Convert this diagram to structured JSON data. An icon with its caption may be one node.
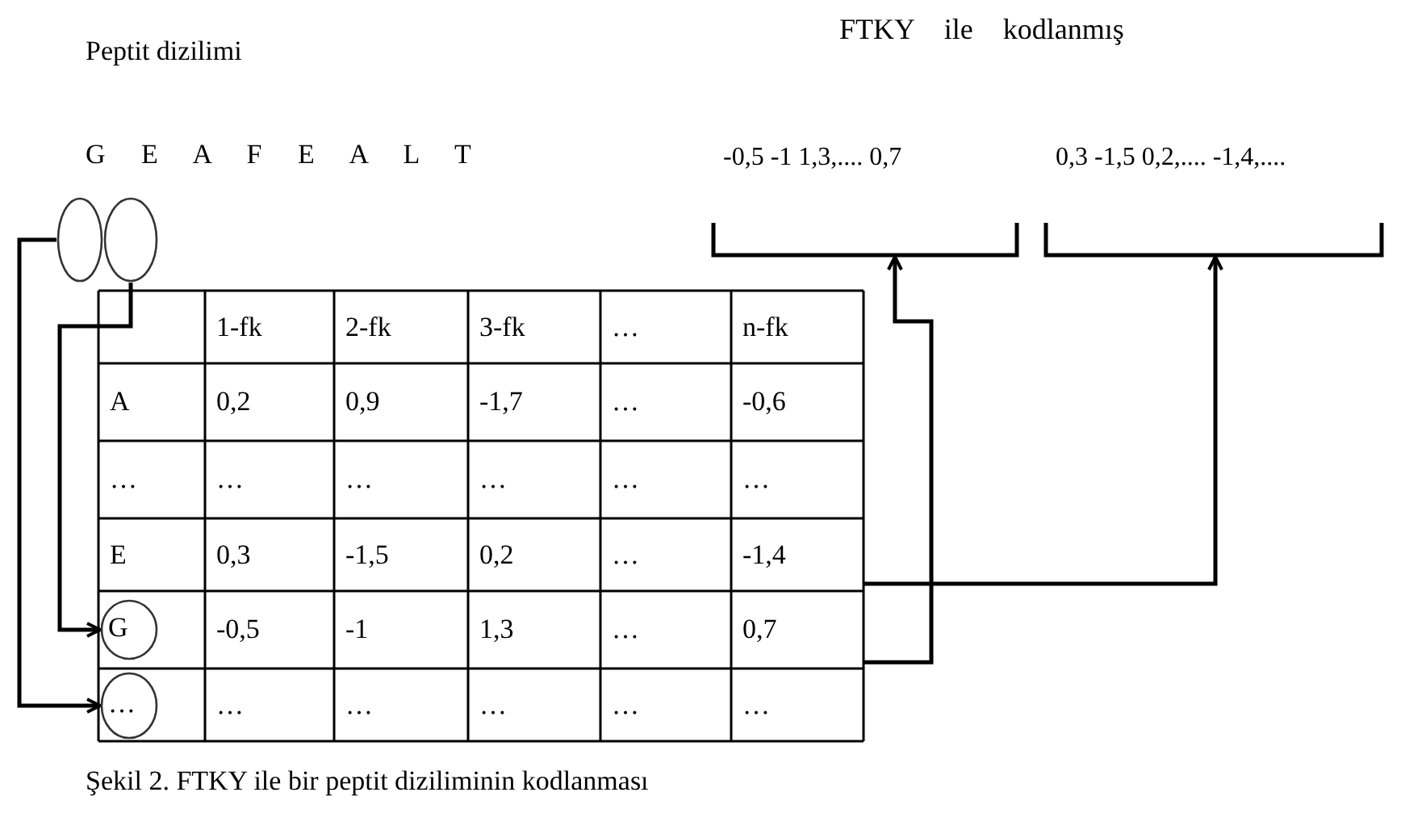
{
  "diagram": {
    "caption": "Şekil 2. FTKY ile bir peptit diziliminin kodlanması",
    "nodes": [
      {
        "text": [
          "-0,5 -1 1,3,.... 0,7"
        ]
      },
      {
        "text": [
          "0,3 -1,5 0,2,.... -1,4,...."
        ]
      },
      {
        "text": [],
        "shape": "circle"
      },
      {
        "text": [],
        "shape": "circle"
      },
      {
        "text": [
          "E",
          "0,3",
          "-1,5",
          "0,2",
          "…",
          "-1,4"
        ]
      },
      {
        "text": [
          "-0,5",
          "-1",
          "1,3",
          "…",
          "0,7"
        ]
      },
      {
        "text": [
          "G"
        ],
        "in": 5
      },
      {
        "text": [
          "…",
          "…",
          "…",
          "…",
          "…"
        ]
      },
      {
        "text": [
          "…"
        ],
        "in": 7
      }
    ],
    "edges": [
      {
        "from": 2,
        "to": 8,
        "arrow": "to"
      },
      {
        "from": 3,
        "to": 6,
        "arrow": "to"
      },
      {
        "from": 4,
        "to": 1,
        "arrow": "to"
      },
      {
        "from": 5,
        "to": 0,
        "arrow": "to"
      }
    ],
    "labels": [
      "Peptit dizilimi",
      "G E A F E A L T",
      "FTKY ile kodlanmış",
      "1-fk",
      "2-fk",
      "3-fk",
      "…",
      "n-fk",
      "A",
      "0,2",
      "0,9",
      "-1,7",
      "…",
      "-0,6",
      "…",
      "…",
      "…",
      "…",
      "…",
      "…"
    ]
  }
}
